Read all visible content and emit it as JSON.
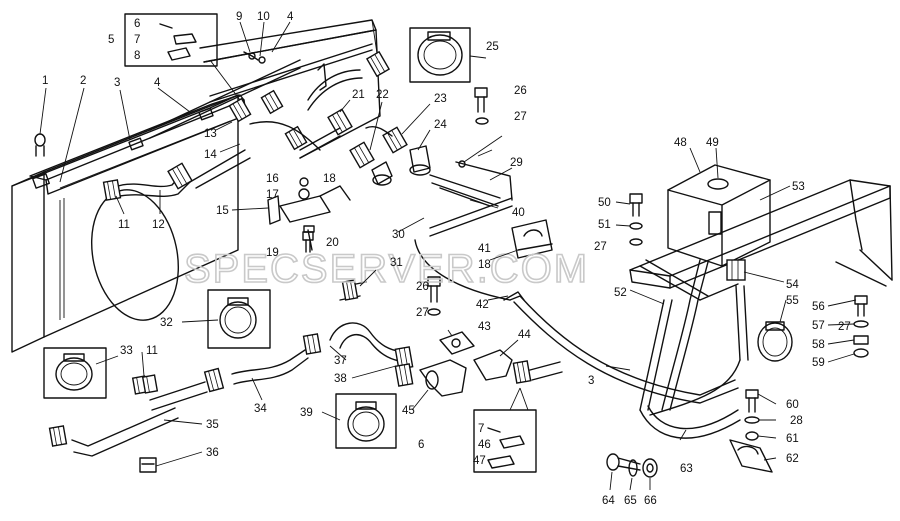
{
  "watermark": "SPECSERVER.COM",
  "labels": [
    "1",
    "2",
    "3",
    "4",
    "4",
    "5",
    "6",
    "7",
    "8",
    "9",
    "10",
    "11",
    "11",
    "12",
    "13",
    "14",
    "15",
    "16",
    "17",
    "18",
    "18",
    "19",
    "20",
    "21",
    "22",
    "23",
    "24",
    "25",
    "26",
    "26",
    "27",
    "27",
    "27",
    "27",
    "28",
    "29",
    "30",
    "31",
    "32",
    "33",
    "34",
    "35",
    "36",
    "37",
    "38",
    "39",
    "40",
    "41",
    "42",
    "43",
    "44",
    "45",
    "6",
    "7",
    "46",
    "47",
    "48",
    "49",
    "50",
    "51",
    "52",
    "53",
    "54",
    "55",
    "56",
    "57",
    "58",
    "59",
    "60",
    "61",
    "62",
    "63",
    "64",
    "65",
    "66",
    "3"
  ]
}
